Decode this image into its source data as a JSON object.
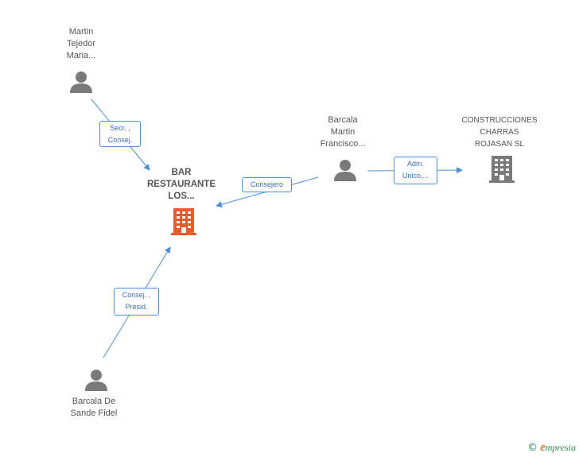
{
  "nodes": {
    "martin_tejedor": {
      "lines": [
        "Martin",
        "Tejedor",
        "Maria..."
      ],
      "type": "person"
    },
    "bar_restaurante": {
      "lines": [
        "BAR",
        "RESTAURANTE",
        "LOS..."
      ],
      "type": "company-main"
    },
    "barcala_martin": {
      "lines": [
        "Barcala",
        "Martin",
        "Francisco..."
      ],
      "type": "person"
    },
    "construcciones": {
      "lines": [
        "CONSTRUCCIONES",
        "CHARRAS",
        "ROJASAN SL"
      ],
      "type": "company"
    },
    "barcala_de_sande": {
      "lines": [
        "Barcala De",
        "Sande Fidel"
      ],
      "type": "person"
    }
  },
  "edges": {
    "e1": {
      "lines": [
        "Secr. ,",
        "Consej."
      ]
    },
    "e2": {
      "lines": [
        "Consejero"
      ]
    },
    "e3": {
      "lines": [
        "Adm.",
        "Unico,..."
      ]
    },
    "e4": {
      "lines": [
        "Consej. ,",
        "Presid."
      ]
    }
  },
  "footer": {
    "copyright": "©",
    "brand_initial": "e",
    "brand_rest": "mpresia"
  },
  "colors": {
    "person": "#7a7a7a",
    "company": "#7a7a7a",
    "company_main": "#ef5a2a",
    "edge": "#4a8fd8"
  }
}
